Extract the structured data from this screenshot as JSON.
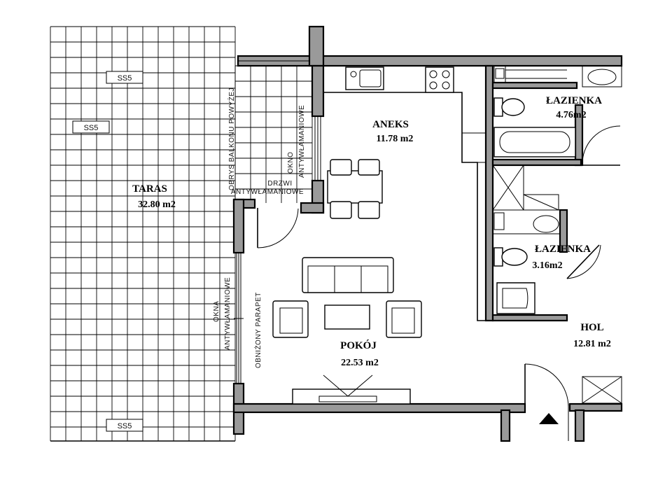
{
  "rooms": {
    "taras": {
      "name": "TARAS",
      "area": "32.80 m2"
    },
    "aneks": {
      "name": "ANEKS",
      "area": "11.78 m2"
    },
    "lazienka1": {
      "name": "ŁAZIENKA",
      "area": "4.76m2"
    },
    "lazienka2": {
      "name": "ŁAZIENKA",
      "area": "3.16m2"
    },
    "pokoj": {
      "name": "POKÓJ",
      "area": "22.53 m2"
    },
    "hol": {
      "name": "HOL",
      "area": "12.81 m2"
    }
  },
  "notes": {
    "obrys": "OBRYS BALKONU POWYŻEJ",
    "drzwi_1": "DRZWI",
    "drzwi_2": "ANTYWŁAMANIOWE",
    "okno_top_1": "OKNO",
    "okno_top_2": "ANTYWŁAMANIOWE",
    "okna_left_1": "OKNA",
    "okna_left_2": "ANTYWŁAMANIOWE",
    "parapet": "OBNIŻONY PARAPET"
  },
  "tags": {
    "ss5_a": "SS5",
    "ss5_b": "SS5",
    "ss5_c": "SS5"
  }
}
